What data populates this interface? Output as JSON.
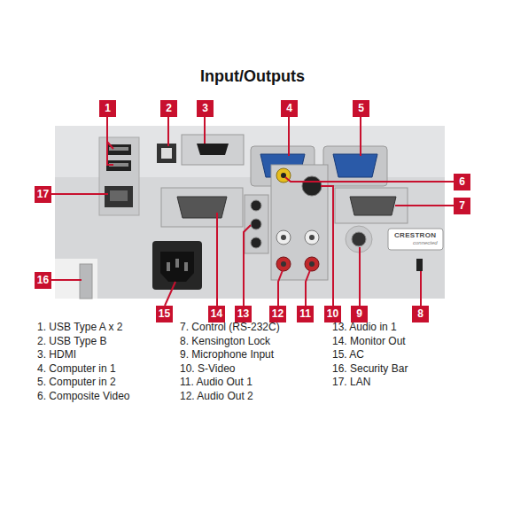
{
  "diagram": {
    "title": "Input/Outputs",
    "labels": [
      "1",
      "2",
      "3",
      "4",
      "5",
      "17",
      "6",
      "7",
      "16",
      "15",
      "14",
      "13",
      "12",
      "11",
      "10",
      "9",
      "8",
      "CRESTRON",
      "connected",
      "1. USB Type A x 2",
      "2. USB Type B",
      "3. HDMI",
      "4. Computer in 1",
      "5. Computer in 2",
      "6. Composite Video",
      "7. Control (RS-232C)",
      "8. Kensington Lock",
      "9. Microphone Input",
      "10. S-Video",
      "11. Audio Out 1",
      "12. Audio Out 2",
      "13. Audio in 1",
      "14. Monitor Out",
      "15. AC",
      "16. Security Bar",
      "17. LAN"
    ]
  }
}
